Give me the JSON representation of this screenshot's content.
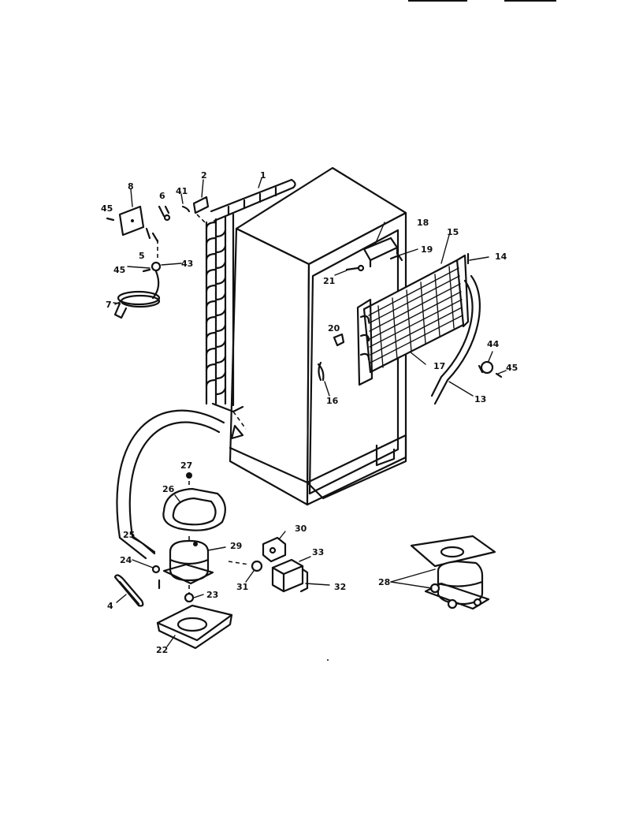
{
  "labels": {
    "l1": "1",
    "l2": "2",
    "l41": "41",
    "l8": "8",
    "l6": "6",
    "l45a": "45",
    "l5": "5",
    "l45b": "45",
    "l43": "43",
    "l7": "7",
    "l18": "18",
    "l15": "15",
    "l19": "19",
    "l14": "14",
    "l21": "21",
    "l20": "20",
    "l16": "16",
    "l17": "17",
    "l44": "44",
    "l45c": "45",
    "l13": "13",
    "l27": "27",
    "l26": "26",
    "l25": "25",
    "l24": "24",
    "l29": "29",
    "l30": "30",
    "l33": "33",
    "l31": "31",
    "l32": "32",
    "l4": "4",
    "l23": "23",
    "l22": "22",
    "l28": "28"
  }
}
